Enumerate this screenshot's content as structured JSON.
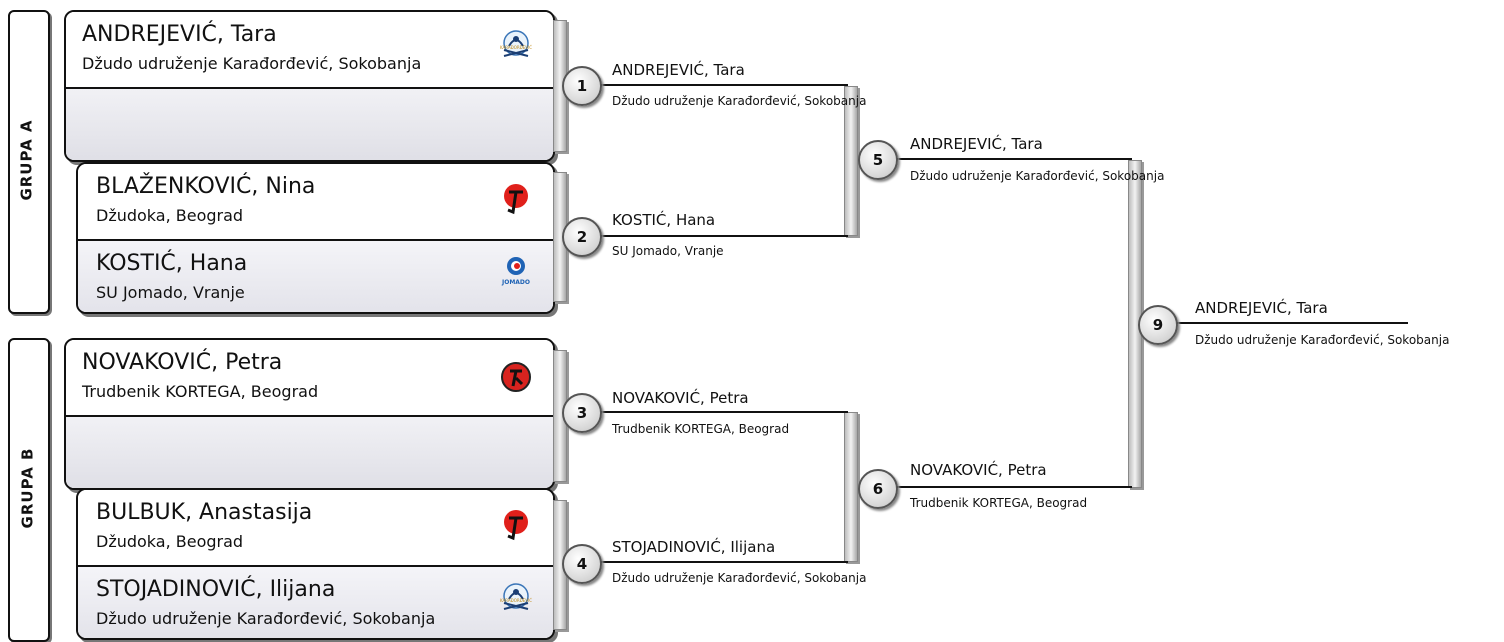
{
  "groups": [
    {
      "label": "GRUPA A"
    },
    {
      "label": "GRUPA B"
    }
  ],
  "round1": [
    {
      "name": "ANDREJEVIĆ, Tara",
      "club": "Džudo udruženje Karađorđević, Sokobanja",
      "logo": "karadjordjevic-logo"
    },
    {
      "name": "",
      "club": "",
      "logo": ""
    },
    {
      "name": "BLAŽENKOVIĆ, Nina",
      "club": "Džudoka, Beograd",
      "logo": "dzudoka-logo"
    },
    {
      "name": "KOSTIĆ, Hana",
      "club": "SU Jomado, Vranje",
      "logo": "jomado-logo"
    },
    {
      "name": "NOVAKOVIĆ, Petra",
      "club": "Trudbenik KORTEGA, Beograd",
      "logo": "trudbenik-logo"
    },
    {
      "name": "",
      "club": "",
      "logo": ""
    },
    {
      "name": "BULBUK, Anastasija",
      "club": "Džudoka, Beograd",
      "logo": "dzudoka-logo"
    },
    {
      "name": "STOJADINOVIĆ, Ilijana",
      "club": "Džudo udruženje Karađorđević, Sokobanja",
      "logo": "karadjordjevic-logo"
    }
  ],
  "logo_texts": {
    "jomado": "JOMADO",
    "karadjordjevic": "KARAĐORĐEVIĆ"
  },
  "fights": [
    {
      "number": "1",
      "winner": "ANDREJEVIĆ, Tara",
      "club": "Džudo udruženje Karađorđević, Sokobanja"
    },
    {
      "number": "2",
      "winner": "KOSTIĆ, Hana",
      "club": "SU Jomado, Vranje"
    },
    {
      "number": "3",
      "winner": "NOVAKOVIĆ, Petra",
      "club": "Trudbenik KORTEGA, Beograd"
    },
    {
      "number": "4",
      "winner": "STOJADINOVIĆ, Ilijana",
      "club": "Džudo udruženje Karađorđević, Sokobanja"
    },
    {
      "number": "5",
      "winner": "ANDREJEVIĆ, Tara",
      "club": "Džudo udruženje Karađorđević, Sokobanja"
    },
    {
      "number": "6",
      "winner": "NOVAKOVIĆ, Petra",
      "club": "Trudbenik KORTEGA, Beograd"
    },
    {
      "number": "9",
      "winner": "ANDREJEVIĆ, Tara",
      "club": "Džudo udruženje Karađorđević, Sokobanja"
    }
  ],
  "colors": {
    "line": "#111111",
    "slot_bg": "#e6e6ec",
    "dzudoka_red": "#e0201b",
    "jomado_blue": "#1f63b5",
    "trudbenik_red": "#d8231f"
  }
}
